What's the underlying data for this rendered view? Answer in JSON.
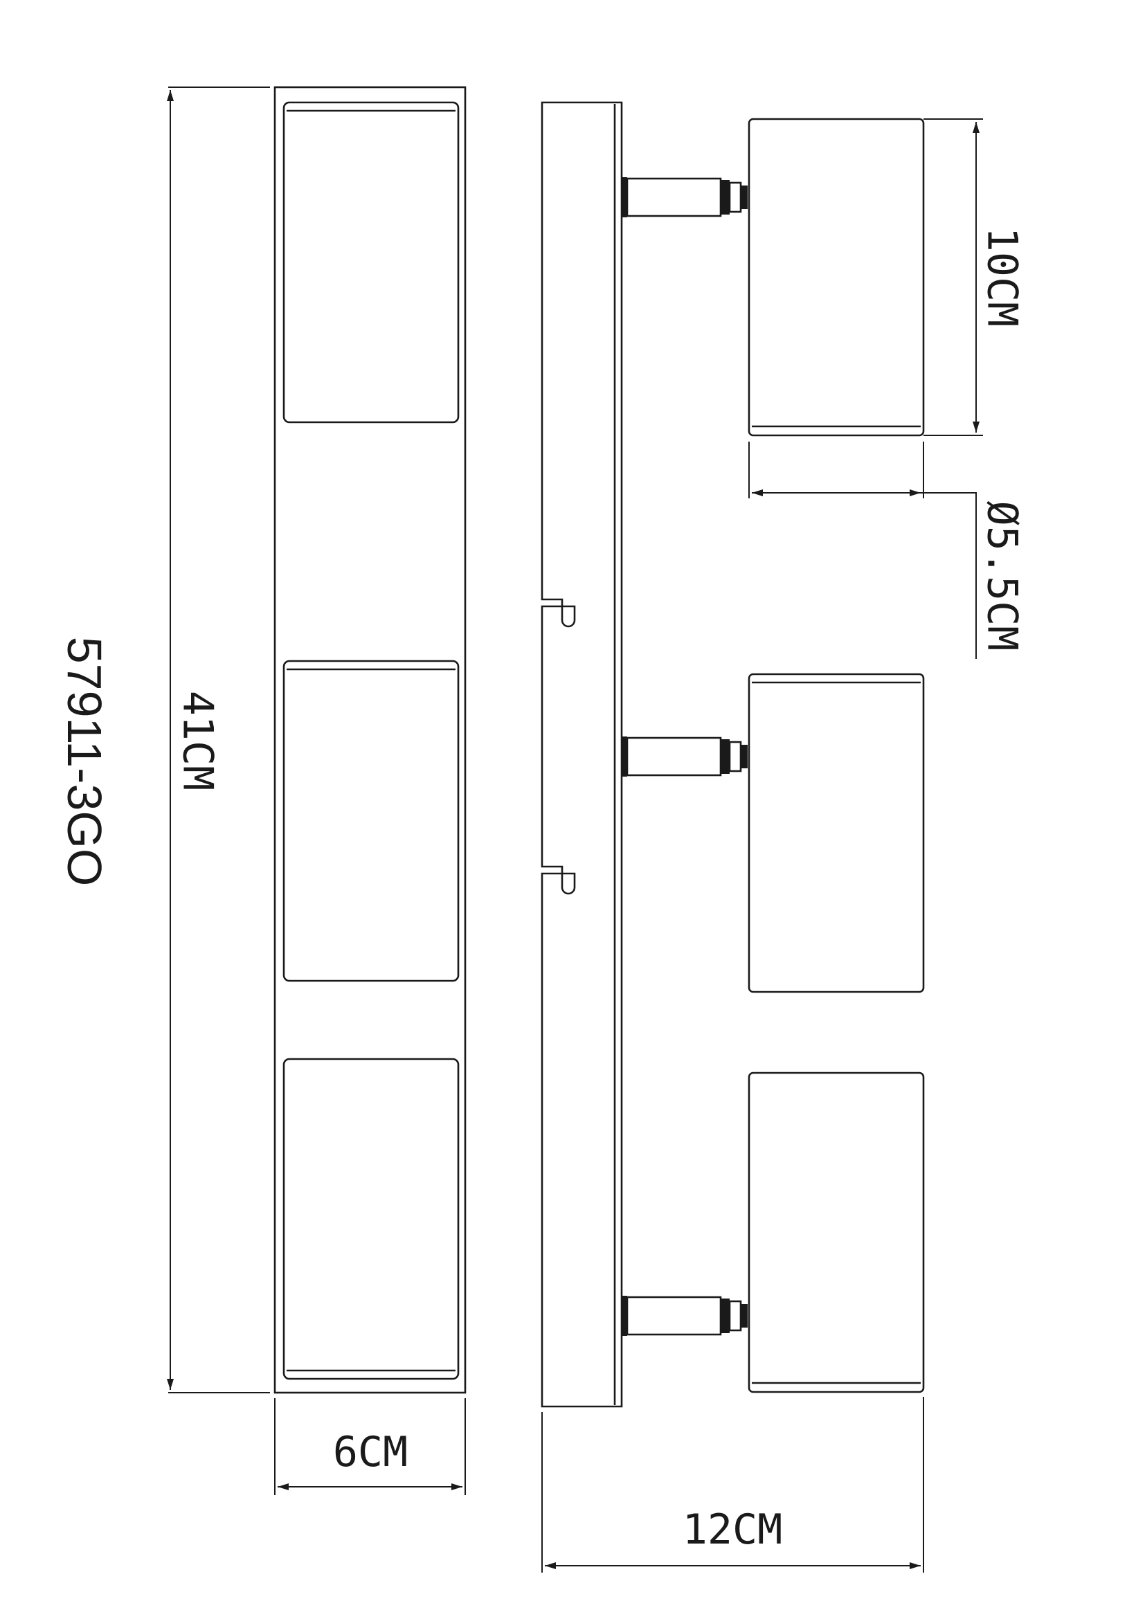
{
  "model_code": "57911-3GO",
  "dimensions": {
    "length": "41CM",
    "width": "6CM",
    "depth": "12CM",
    "head_height": "10CM",
    "head_diameter": "Ø5.5CM"
  },
  "line_color": "#1a1a1a"
}
